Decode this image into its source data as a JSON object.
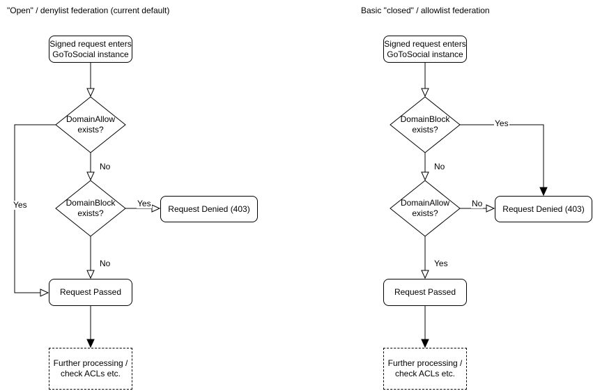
{
  "left_flow": {
    "title": "\"Open\" / denylist federation (current default)",
    "start": "Signed request enters\nGoToSocial instance",
    "decision1": "DomainAllow\nexists?",
    "decision1_yes": "Yes",
    "decision1_no": "No",
    "decision2": "DomainBlock\nexists?",
    "decision2_yes": "Yes",
    "decision2_no": "No",
    "denied": "Request Denied (403)",
    "passed": "Request Passed",
    "further": "Further processing /\ncheck ACLs etc."
  },
  "right_flow": {
    "title": "Basic \"closed\" / allowlist federation",
    "start": "Signed request enters\nGoToSocial instance",
    "decision1": "DomainBlock\nexists?",
    "decision1_yes": "Yes",
    "decision1_no": "No",
    "decision2": "DomainAllow\nexists?",
    "decision2_yes": "Yes",
    "decision2_no": "No",
    "denied": "Request Denied (403)",
    "passed": "Request Passed",
    "further": "Further processing /\ncheck ACLs etc."
  },
  "colors": {
    "stroke": "#000000",
    "background": "#ffffff",
    "text": "#000000"
  }
}
